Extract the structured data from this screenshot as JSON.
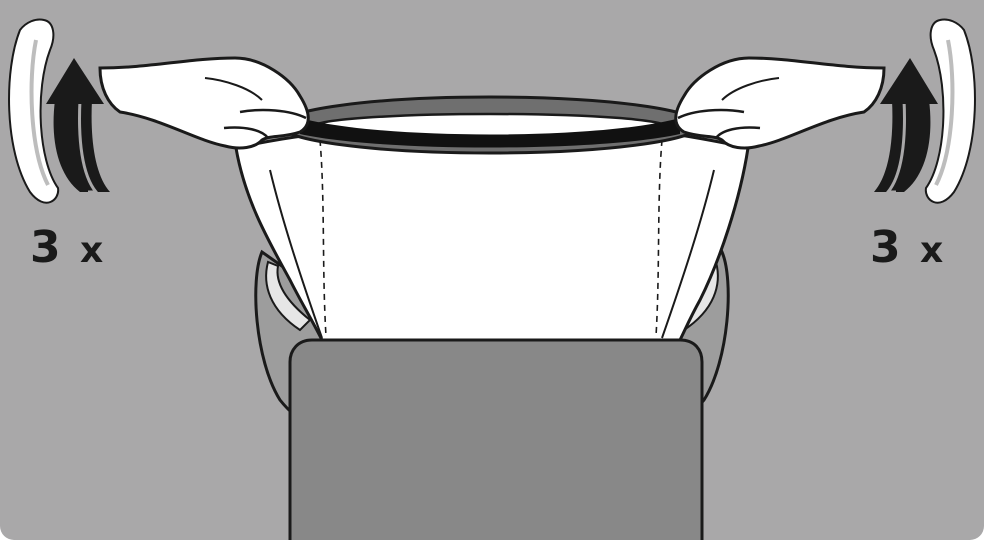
{
  "instruction": {
    "left_count": "3",
    "right_count": "3",
    "multiplier_symbol": "x"
  },
  "icons": {
    "left_rotation": "rotate-counterclockwise-arrow-icon",
    "right_rotation": "rotate-clockwise-arrow-icon"
  },
  "colors": {
    "background": "#a9a8a9",
    "bag": "#ffffff",
    "outline": "#1a1a1a",
    "bin_body": "#888888",
    "bin_back": "#9d9d9d",
    "rim": "#6f6f6f"
  }
}
